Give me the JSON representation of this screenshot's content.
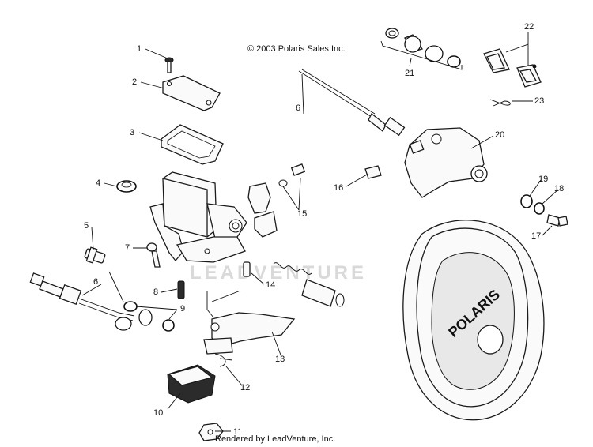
{
  "copyright": "© 2003 Polaris Sales Inc.",
  "footer": "Rendered by LeadVenture, Inc.",
  "watermark": "LEADVENTURE",
  "cover_logo": "POLARIS",
  "callouts": {
    "c1": "1",
    "c2": "2",
    "c3": "3",
    "c4": "4",
    "c5": "5",
    "c6a": "6",
    "c6b": "6",
    "c7": "7",
    "c8": "8",
    "c9": "9",
    "c10": "10",
    "c11": "11",
    "c12": "12",
    "c13": "13",
    "c14": "14",
    "c15": "15",
    "c16": "16",
    "c17": "17",
    "c18": "18",
    "c19": "19",
    "c20": "20",
    "c21": "21",
    "c22": "22",
    "c23": "23"
  }
}
